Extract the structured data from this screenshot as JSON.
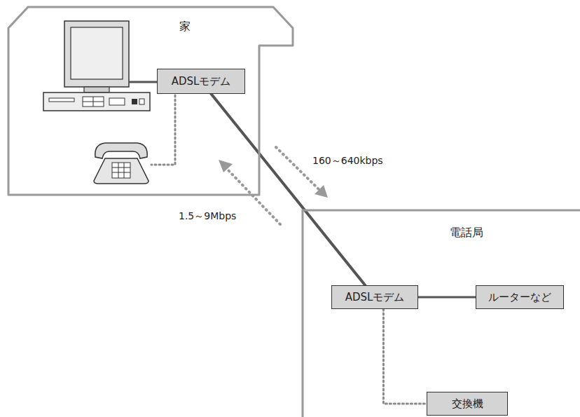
{
  "diagram": {
    "nodes": [
      {
        "text": [
          "家"
        ]
      },
      {
        "text": [
          "ADSLモデム"
        ],
        "in": 0
      },
      {
        "text": [
          "電話局"
        ]
      },
      {
        "text": [
          "ADSLモデム"
        ],
        "in": 2
      },
      {
        "text": [
          "ルーターなど"
        ],
        "in": 2
      },
      {
        "text": [
          "交換機"
        ],
        "in": 2
      }
    ],
    "edges": [
      {
        "from": 1,
        "to": 3,
        "arrow": "none"
      },
      {
        "from": 3,
        "to": 4,
        "arrow": "none"
      },
      {
        "from": 3,
        "to": 5,
        "arrow": "none"
      }
    ],
    "labels": [
      "160～640kbps",
      "1.5～9Mbps"
    ]
  }
}
